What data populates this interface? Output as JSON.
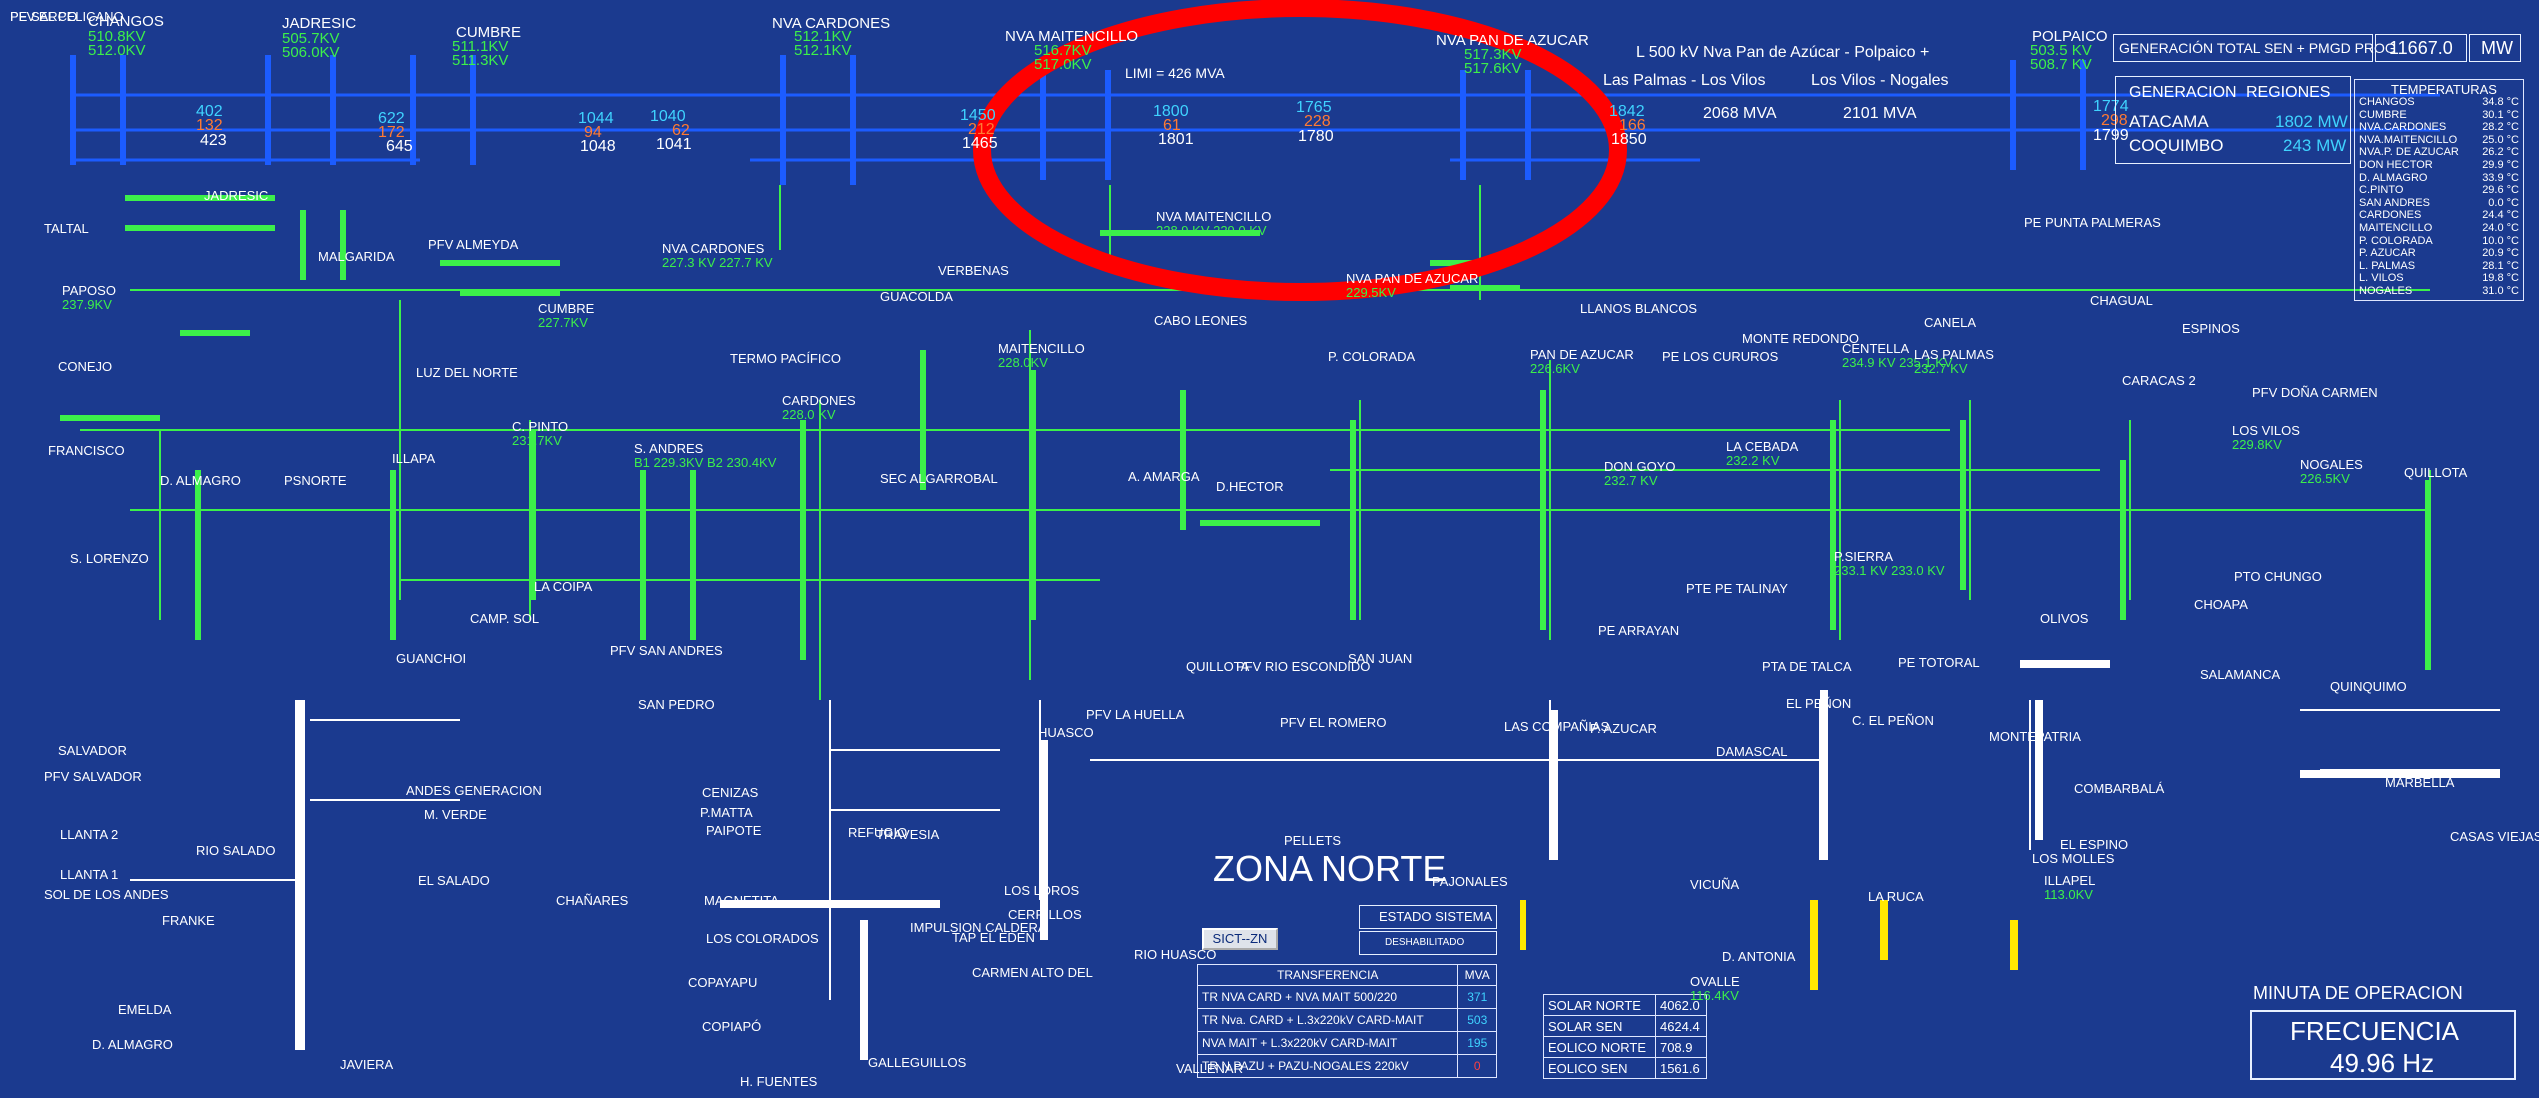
{
  "header": {
    "line_title": "L 500 kV Nva Pan de Azúcar - Polpaico +",
    "seg1": "Las Palmas - Los Vilos",
    "seg2": "Los Vilos - Nogales",
    "seg1_mva": "2068 MVA",
    "seg2_mva": "2101 MVA",
    "limit": "LIMI    = 426 MVA"
  },
  "buses_top": [
    {
      "name": "CHANGOS",
      "v1": "510.8KV",
      "v2": "512.0KV"
    },
    {
      "name": "JADRESIC",
      "v1": "505.7KV",
      "v2": "506.0KV"
    },
    {
      "name": "CUMBRE",
      "v1": "511.1KV",
      "v2": "511.3KV"
    },
    {
      "name": "NVA CARDONES",
      "v1": "512.1KV",
      "v2": "512.1KV"
    },
    {
      "name": "NVA MAITENCILLO",
      "v1": "516.7KV",
      "v2": "517.0KV"
    },
    {
      "name": "NVA PAN DE AZUCAR",
      "v1": "517.3KV",
      "v2": "517.6KV"
    },
    {
      "name": "POLPAICO",
      "v1": "503.5 KV",
      "v2": "508.7 KV"
    }
  ],
  "flows_top": [
    {
      "a": "402",
      "b": "132",
      "c": "423"
    },
    {
      "a": "622",
      "b": "172",
      "c": "645"
    },
    {
      "a": "1044",
      "b": "94",
      "c": "1048"
    },
    {
      "a": "1040",
      "b": "62",
      "c": "1041"
    },
    {
      "a": "1450",
      "b": "212",
      "c": "1465"
    },
    {
      "a": "1800",
      "b": "61",
      "c": "1801"
    },
    {
      "a": "1765",
      "b": "228",
      "c": "1780"
    },
    {
      "a": "1842",
      "b": "166",
      "c": "1850"
    },
    {
      "a": "1774",
      "b": "298",
      "c": "1799"
    }
  ],
  "gen_panel": {
    "title": "GENERACIÓN TOTAL SEN + PMGD PROG",
    "total": "11667.0",
    "unit": "MW",
    "sub_title1": "GENERACION",
    "sub_title2": "REGIONES",
    "rows": [
      {
        "name": "ATACAMA",
        "value": "1802 MW"
      },
      {
        "name": "COQUIMBO",
        "value": "243 MW"
      }
    ]
  },
  "temperatures": {
    "title": "TEMPERATURAS",
    "rows": [
      {
        "name": "CHANGOS",
        "value": "34.8 °C"
      },
      {
        "name": "CUMBRE",
        "value": "30.1 °C"
      },
      {
        "name": "NVA.CARDONES",
        "value": "28.2 °C"
      },
      {
        "name": "NVA.MAITENCILLO",
        "value": "25.0 °C"
      },
      {
        "name": "NVA.P. DE AZUCAR",
        "value": "26.2 °C"
      },
      {
        "name": "DON HECTOR",
        "value": "29.9 °C"
      },
      {
        "name": "D. ALMAGRO",
        "value": "33.9 °C"
      },
      {
        "name": "C.PINTO",
        "value": "29.6 °C"
      },
      {
        "name": "SAN ANDRES",
        "value": "0.0 °C"
      },
      {
        "name": "CARDONES",
        "value": "24.4 °C"
      },
      {
        "name": "MAITENCILLO",
        "value": "24.0 °C"
      },
      {
        "name": "P. COLORADA",
        "value": "10.0 °C"
      },
      {
        "name": "P. AZUCAR",
        "value": "20.9 °C"
      },
      {
        "name": "L. PALMAS",
        "value": "28.1 °C"
      },
      {
        "name": "L. VILOS",
        "value": "19.8 °C"
      },
      {
        "name": "NOGALES",
        "value": "31.0 °C"
      }
    ]
  },
  "zone_title": "ZONA NORTE",
  "estado": {
    "title": "ESTADO SISTEMA",
    "value": "DESHABILITADO",
    "button": "SICT--ZN"
  },
  "transfer": {
    "title": "TRANSFERENCIA",
    "unit": "MVA",
    "rows": [
      {
        "name": "TR NVA CARD + NVA MAIT 500/220",
        "value": "371"
      },
      {
        "name": "TR Nva. CARD + L.3x220kV CARD-MAIT",
        "value": "503"
      },
      {
        "name": "NVA MAIT + L.3x220kV CARD-MAIT",
        "value": "195"
      },
      {
        "name": "TR N.PAZU  +  PAZU-NOGALES 220kV",
        "value": "0"
      }
    ]
  },
  "solar": {
    "rows": [
      {
        "name": "SOLAR NORTE",
        "value": "4062.0"
      },
      {
        "name": "SOLAR SEN",
        "value": "4624.4"
      },
      {
        "name": "EOLICO NORTE",
        "value": "708.9"
      },
      {
        "name": "EOLICO SEN",
        "value": "1561.6"
      }
    ]
  },
  "minuta": "MINUTA DE OPERACION",
  "freq": {
    "label": "FRECUENCIA",
    "value": "49.96  Hz"
  },
  "stations": [
    {
      "name": "TALTAL"
    },
    {
      "name": "PAPOSO",
      "kv": "237.9KV"
    },
    {
      "name": "CONEJO"
    },
    {
      "name": "FRANCISCO"
    },
    {
      "name": "S. LORENZO"
    },
    {
      "name": "JADRESIC"
    },
    {
      "name": "MALGARIDA"
    },
    {
      "name": "PFV ALMEYDA"
    },
    {
      "name": "LUZ DEL NORTE"
    },
    {
      "name": "CUMBRE",
      "kv": "227.7KV"
    },
    {
      "name": "D. ALMAGRO"
    },
    {
      "name": "PSNORTE"
    },
    {
      "name": "ILLAPA"
    },
    {
      "name": "C. PINTO",
      "kv": "231.7KV"
    },
    {
      "name": "CAMP. SOL"
    },
    {
      "name": "LA COIPA"
    },
    {
      "name": "GUANCHOI"
    },
    {
      "name": "S. ANDRES",
      "kv": "B1 229.3KV  B2 230.4KV"
    },
    {
      "name": "PFV SAN ANDRES"
    },
    {
      "name": "NVA CARDONES",
      "kv": "227.3 KV  227.7 KV"
    },
    {
      "name": "CARDONES",
      "kv": "228.0 KV"
    },
    {
      "name": "TERMO PACÍFICO"
    },
    {
      "name": "GUACOLDA"
    },
    {
      "name": "VERBENAS"
    },
    {
      "name": "MAITENCILLO",
      "kv": "228.0KV"
    },
    {
      "name": "SEC ALGARROBAL"
    },
    {
      "name": "A. AMARGA"
    },
    {
      "name": "D.HECTOR"
    },
    {
      "name": "CABO LEONES"
    },
    {
      "name": "NVA MAITENCILLO",
      "kv": "228.9 KV  229.0 KV"
    },
    {
      "name": "NVA PAN DE AZUCAR",
      "kv": "229.5KV"
    },
    {
      "name": "P. COLORADA"
    },
    {
      "name": "SAN JUAN"
    },
    {
      "name": "PAN DE AZUCAR",
      "kv": "226.6KV"
    },
    {
      "name": "LLANOS BLANCOS"
    },
    {
      "name": "PE LOS CURUROS"
    },
    {
      "name": "MONTE REDONDO"
    },
    {
      "name": "DON GOYO",
      "kv": "232.7 KV"
    },
    {
      "name": "LA CEBADA",
      "kv": "232.2 KV"
    },
    {
      "name": "CENTELLA",
      "kv": "234.9 KV  235.1 KV"
    },
    {
      "name": "LAS PALMAS",
      "kv": "232.7 KV"
    },
    {
      "name": "P.SIERRA",
      "kv": "233.1 KV  233.0 KV"
    },
    {
      "name": "CANELA"
    },
    {
      "name": "PE PUNTA PALMERAS"
    },
    {
      "name": "CHAGUAL"
    },
    {
      "name": "CARACAS 2"
    },
    {
      "name": "ESPINOS"
    },
    {
      "name": "PFV DOÑA CARMEN"
    },
    {
      "name": "LOS VILOS",
      "kv": "229.8KV"
    },
    {
      "name": "NOGALES",
      "kv": "226.5KV"
    },
    {
      "name": "QUILLOTA"
    },
    {
      "name": "CHOAPA"
    },
    {
      "name": "PTO CHUNGO"
    },
    {
      "name": "OLIVOS"
    },
    {
      "name": "PE TOTORAL"
    },
    {
      "name": "PE ARRAYAN"
    },
    {
      "name": "PTE PE TALINAY"
    },
    {
      "name": "PTA DE TALCA"
    },
    {
      "name": "SALVADOR"
    },
    {
      "name": "PFV SALVADOR"
    },
    {
      "name": "LLANTA 2"
    },
    {
      "name": "LLANTA 1"
    },
    {
      "name": "SOL DE LOS ANDES"
    },
    {
      "name": "RIO SALADO"
    },
    {
      "name": "FRANKE"
    },
    {
      "name": "EMELDA"
    },
    {
      "name": "D. ALMAGRO"
    },
    {
      "name": "JAVIERA"
    },
    {
      "name": "CHAÑARES"
    },
    {
      "name": "EL SALADO"
    },
    {
      "name": "M. VERDE"
    },
    {
      "name": "ANDES GENERACION"
    },
    {
      "name": "CENIZAS"
    },
    {
      "name": "P.MATTA"
    },
    {
      "name": "PAIPOTE"
    },
    {
      "name": "REFUGIO"
    },
    {
      "name": "TRAVESIA"
    },
    {
      "name": "MAGNETITA"
    },
    {
      "name": "LOS COLORADOS"
    },
    {
      "name": "COPAYAPU"
    },
    {
      "name": "COPIAPÓ"
    },
    {
      "name": "H. FUENTES"
    },
    {
      "name": "GALLEGUILLOS"
    },
    {
      "name": "IMPULSION CALDERA"
    },
    {
      "name": "LOS LOROS"
    },
    {
      "name": "CERRILLOS"
    },
    {
      "name": "CARMEN ALTO DEL"
    },
    {
      "name": "TAP EL EDEN"
    },
    {
      "name": "RIO HUASCO"
    },
    {
      "name": "VALLENAR"
    },
    {
      "name": "HUASCO"
    },
    {
      "name": "PELLETS"
    },
    {
      "name": "PAJONALES"
    },
    {
      "name": "LAS COMPAÑIAS"
    },
    {
      "name": "P. AZUCAR"
    },
    {
      "name": "DAMASCAL"
    },
    {
      "name": "VICUÑA"
    },
    {
      "name": "EL PEÑON"
    },
    {
      "name": "C. EL PEÑON"
    },
    {
      "name": "LA RUCA"
    },
    {
      "name": "D. ANTONIA"
    },
    {
      "name": "OVALLE",
      "kv": "116.4KV"
    },
    {
      "name": "MONTEPATRIA"
    },
    {
      "name": "LOS MOLLES"
    },
    {
      "name": "ILLAPEL",
      "kv": "113.0KV"
    },
    {
      "name": "EL ESPINO"
    },
    {
      "name": "COMBARBALÁ"
    },
    {
      "name": "SALAMANCA"
    },
    {
      "name": "QUINQUIMO"
    },
    {
      "name": "CASAS VIEJAS"
    },
    {
      "name": "MARBELLA"
    },
    {
      "name": "SAN PEDRO"
    },
    {
      "name": "QUILLOTA"
    },
    {
      "name": "PFV RIO ESCONDIDO"
    },
    {
      "name": "PFV EL ROMERO"
    },
    {
      "name": "PFV LA HUELLA"
    },
    {
      "name": "PFV EL PELICANO"
    },
    {
      "name": "PE SARCO"
    }
  ]
}
